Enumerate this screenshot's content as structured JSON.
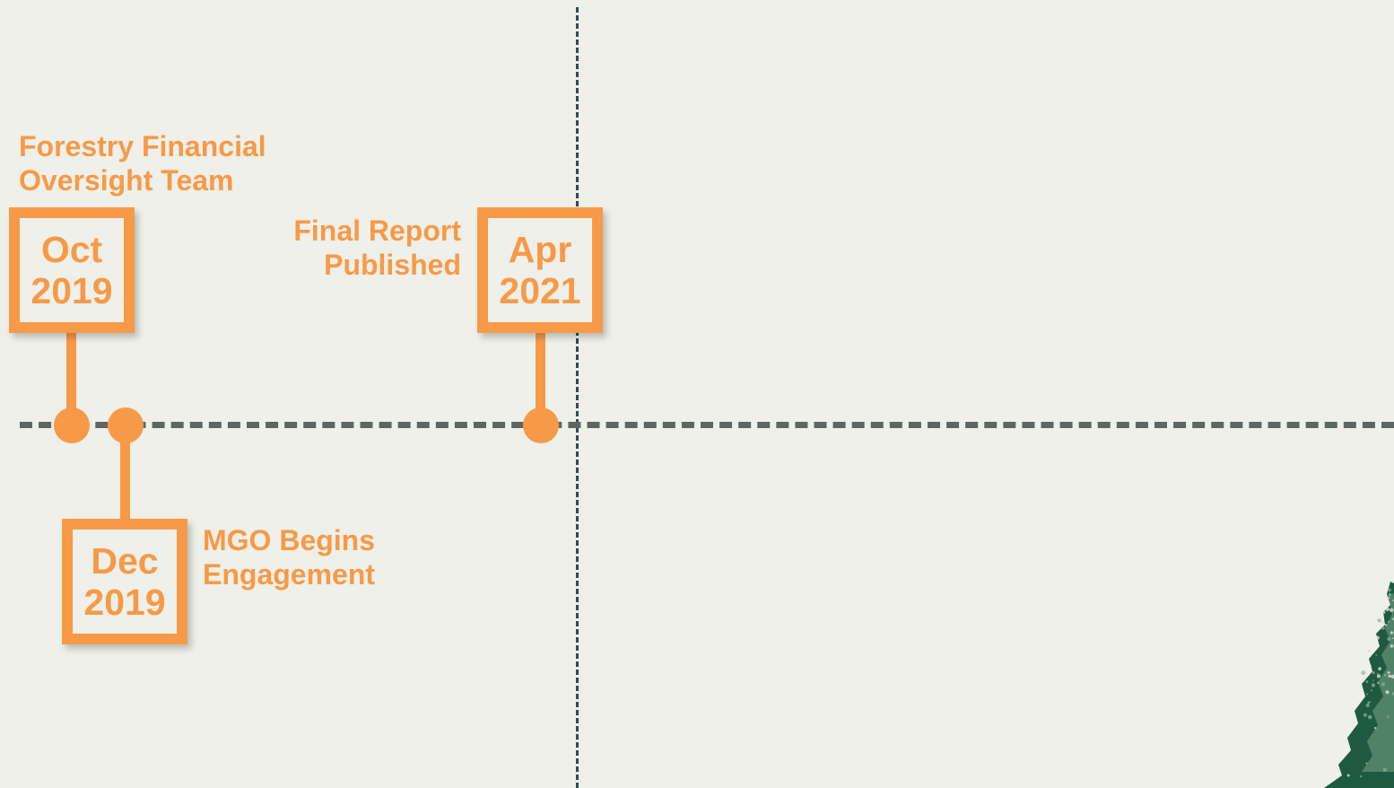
{
  "colors": {
    "background": "#eef0e9",
    "accent": "#f79a48",
    "box_fill": "#eef0e9",
    "timeline": "#5e6663",
    "divider": "#2d4e50",
    "tree_dark": "#1f5a40",
    "tree_light": "#8fb39a"
  },
  "milestones": [
    {
      "month": "Oct",
      "year": "2019",
      "label_lines": [
        "Forestry Financial",
        "Oversight Team"
      ]
    },
    {
      "month": "Dec",
      "year": "2019",
      "label_lines": [
        "MGO Begins",
        "Engagement"
      ]
    },
    {
      "month": "Apr",
      "year": "2021",
      "label_lines": [
        "Final Report",
        "Published"
      ]
    }
  ],
  "decoration": {
    "tree_icon": "evergreen-tree-icon"
  }
}
